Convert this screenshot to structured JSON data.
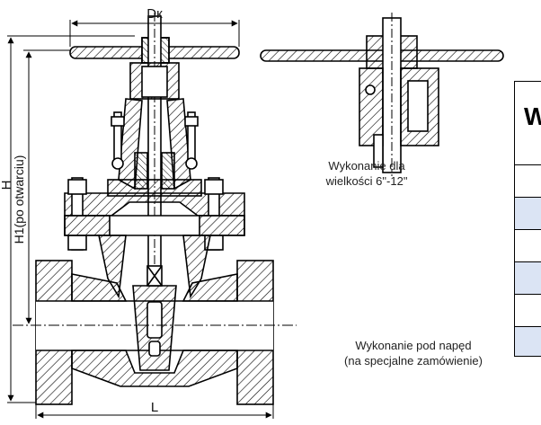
{
  "dimensions": {
    "dk": "Dк",
    "h": "H",
    "h1": "H1(po otwarciu)",
    "l": "L"
  },
  "captions": {
    "variant_large_line1": "Wykonanie dla",
    "variant_large_line2": "wielkości 6\"-12\"",
    "variant_actuator_line1": "Wykonanie pod napęd",
    "variant_actuator_line2": "(na specjalne zamówienie)"
  },
  "table": {
    "header_letter": "W",
    "row_fill_colors": [
      "#ffffff",
      "#dbe4f4",
      "#ffffff",
      "#dbe4f4",
      "#ffffff",
      "#dbe4f4",
      "#ffffff"
    ]
  },
  "colors": {
    "line": "#000000",
    "row_tint": "#dbe4f4"
  }
}
